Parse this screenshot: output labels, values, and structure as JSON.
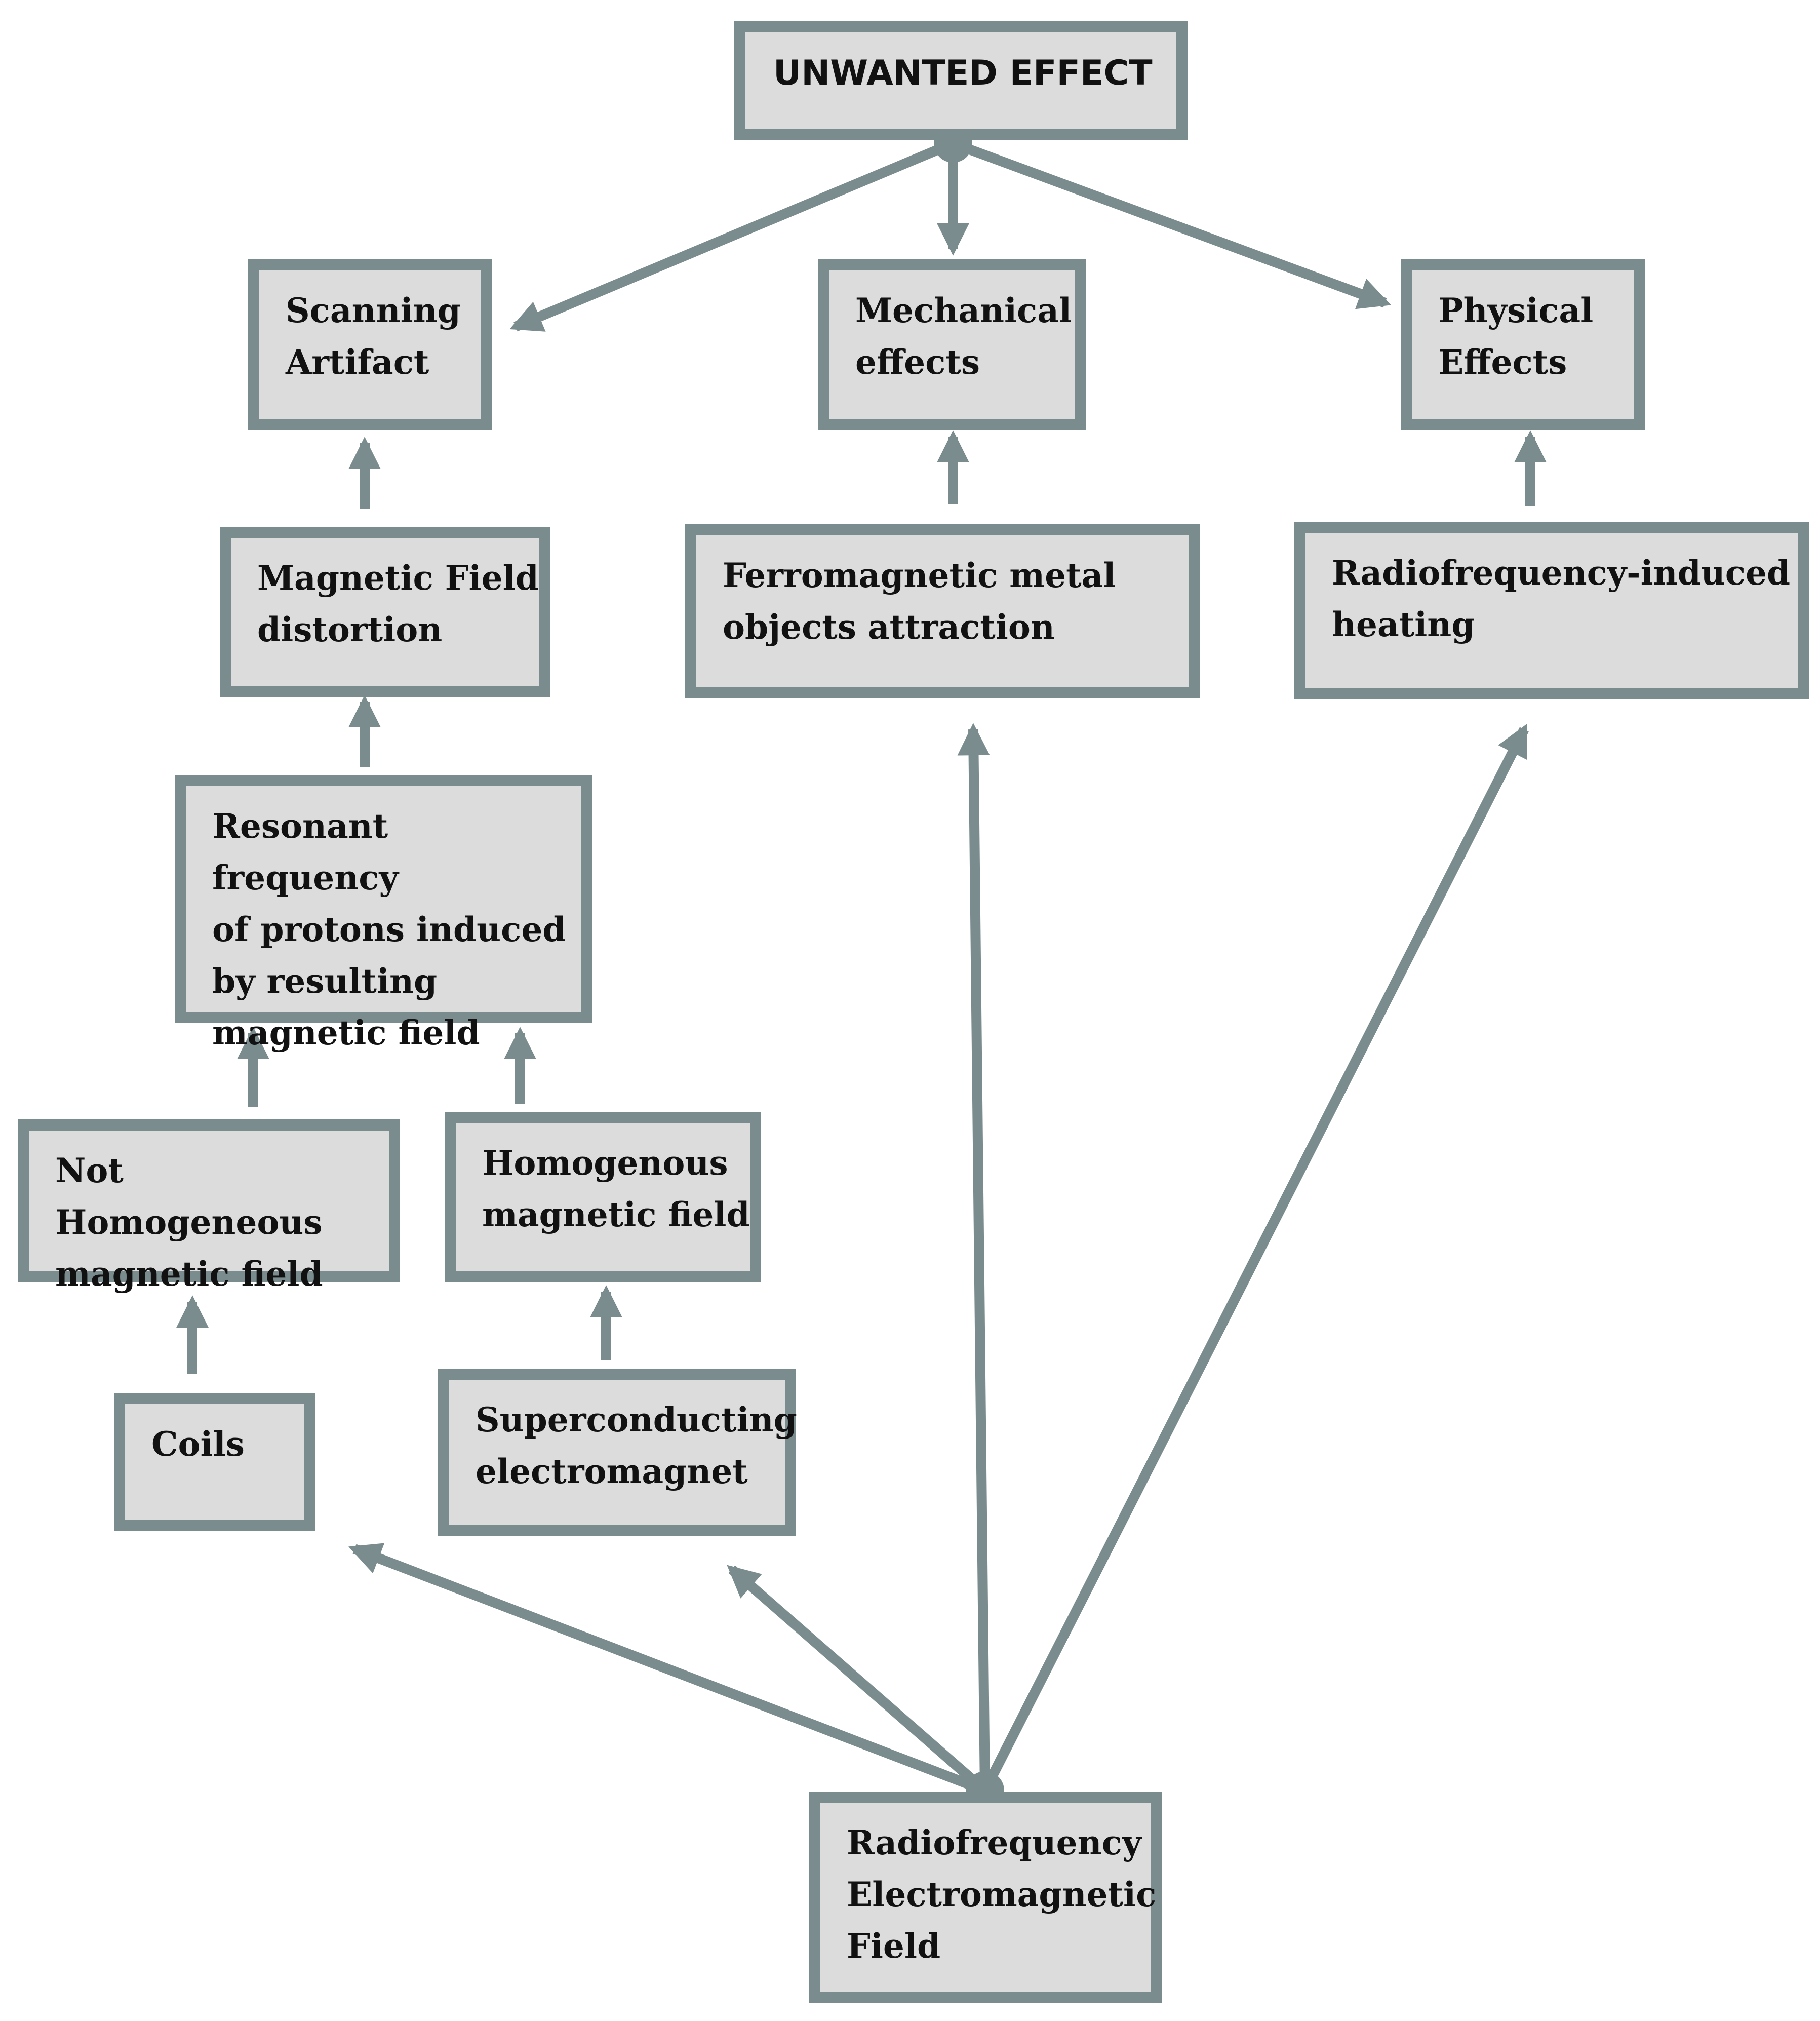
{
  "diagram": {
    "colors": {
      "stroke": "#7a8c8e",
      "box_fill": "#dcdcdc",
      "text": "#111111"
    },
    "nodes": {
      "unwanted": "UNWANTED EFFECT",
      "scanning": "Scanning\nArtifact",
      "mechanical": "Mechanical\neffects",
      "physical": "Physical\nEffects",
      "mfdist": "Magnetic Field\ndistortion",
      "ferro": "Ferromagnetic metal\nobjects attraction",
      "rfheat": "Radiofrequency-induced\nheating",
      "resonant": "Resonant frequency\nof protons induced\nby resulting\nmagnetic field",
      "nothomo": "Not Homogeneous\nmagnetic field",
      "homo": "Homogenous\nmagnetic field",
      "coils": "Coils",
      "supercond": "Superconducting\nelectromagnet",
      "rfemf": "Radiofrequency\nElectromagnetic\nField"
    },
    "edges": [
      {
        "from": "unwanted",
        "to": "scanning"
      },
      {
        "from": "unwanted",
        "to": "mechanical"
      },
      {
        "from": "unwanted",
        "to": "physical"
      },
      {
        "from": "mfdist",
        "to": "scanning"
      },
      {
        "from": "ferro",
        "to": "mechanical"
      },
      {
        "from": "rfheat",
        "to": "physical"
      },
      {
        "from": "resonant",
        "to": "mfdist"
      },
      {
        "from": "nothomo",
        "to": "resonant"
      },
      {
        "from": "homo",
        "to": "resonant"
      },
      {
        "from": "coils",
        "to": "nothomo"
      },
      {
        "from": "supercond",
        "to": "homo"
      },
      {
        "from": "rfemf",
        "to": "coils"
      },
      {
        "from": "rfemf",
        "to": "supercond"
      },
      {
        "from": "rfemf",
        "to": "ferro"
      },
      {
        "from": "rfemf",
        "to": "rfheat"
      }
    ]
  }
}
